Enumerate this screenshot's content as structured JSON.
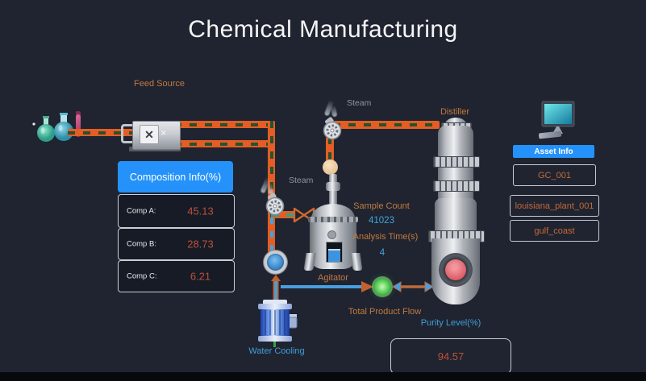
{
  "title": "Chemical Manufacturing",
  "labels": {
    "feed_source": "Feed Source",
    "steam": "Steam",
    "distiller": "Distiller",
    "agitator": "Agitator",
    "water_cooling": "Water Cooling",
    "total_product_flow": "Total Product Flow"
  },
  "composition": {
    "header": "Composition Info(%)",
    "rows": [
      {
        "label": "Comp A:",
        "value": "45.13"
      },
      {
        "label": "Comp B:",
        "value": "28.73"
      },
      {
        "label": "Comp C:",
        "value": "6.21"
      }
    ]
  },
  "metrics": {
    "sample_count_label": "Sample Count",
    "sample_count_value": "41023",
    "analysis_time_label": "Analysis Time(s)",
    "analysis_time_value": "4",
    "purity_label": "Purity Level(%)",
    "purity_value": "94.57"
  },
  "asset_panel": {
    "button": "Asset Info",
    "items": [
      "GC_001",
      "louisiana_plant_001",
      "gulf_coast"
    ]
  },
  "icons": {
    "analyzer_glyph": "✕"
  },
  "colors": {
    "background": "#1f2430",
    "accent_blue": "#2492fa",
    "pipe_orange": "#e45d24",
    "pipe_dash_green": "#27522f",
    "label_orange": "#c4793f",
    "value_orange": "#bf5038",
    "value_cyan": "#41a4dc",
    "label_blue": "#419dd8",
    "status_green": "#52cd52",
    "distiller_port_red": "#e06670"
  }
}
